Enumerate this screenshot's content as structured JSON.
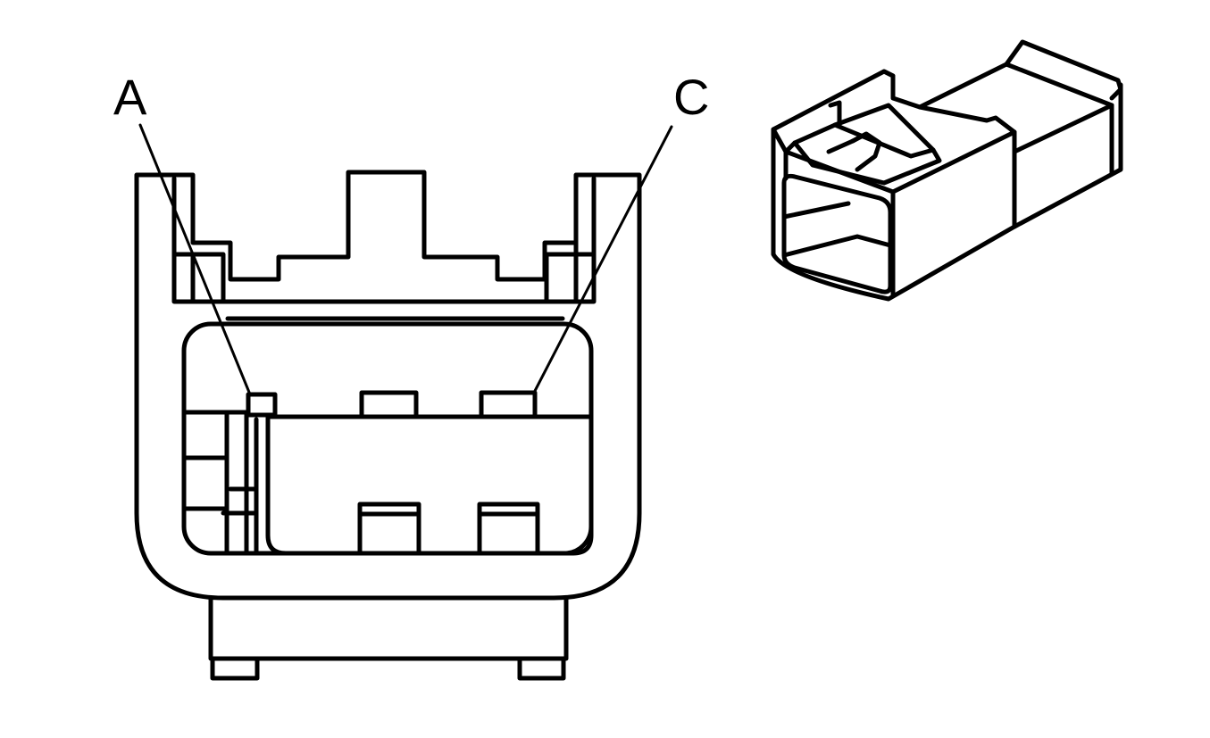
{
  "diagram": {
    "callouts": [
      {
        "id": "a",
        "label": "A"
      },
      {
        "id": "c",
        "label": "C"
      }
    ],
    "colors": {
      "stroke": "#000000",
      "background": "#ffffff"
    }
  }
}
